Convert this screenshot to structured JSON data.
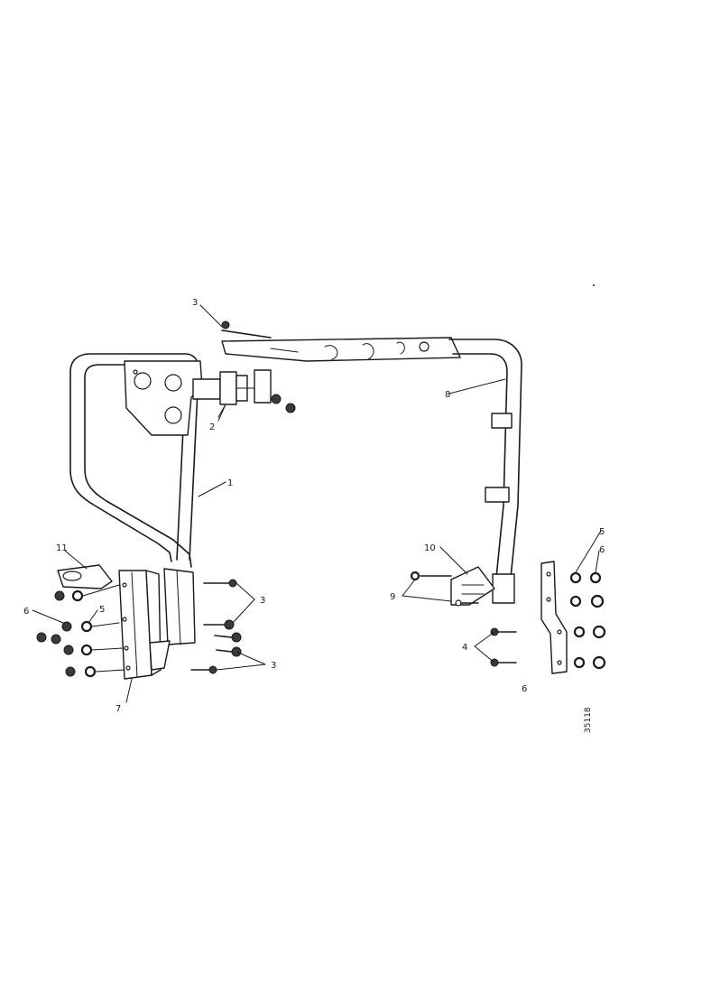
{
  "figure": {
    "reference": "35118",
    "labels": {
      "part_1": "1",
      "part_2": "2",
      "part_3_top": "3",
      "part_3_bolts": "3",
      "part_3_lower": "3",
      "part_4": "4",
      "part_5_left": "5",
      "part_5_right": "5",
      "part_6_left": "6",
      "part_6_right": "6",
      "part_6_bottom": "6",
      "part_7": "7",
      "part_8": "8",
      "part_9": "9",
      "part_10": "10",
      "part_11": "11"
    }
  }
}
